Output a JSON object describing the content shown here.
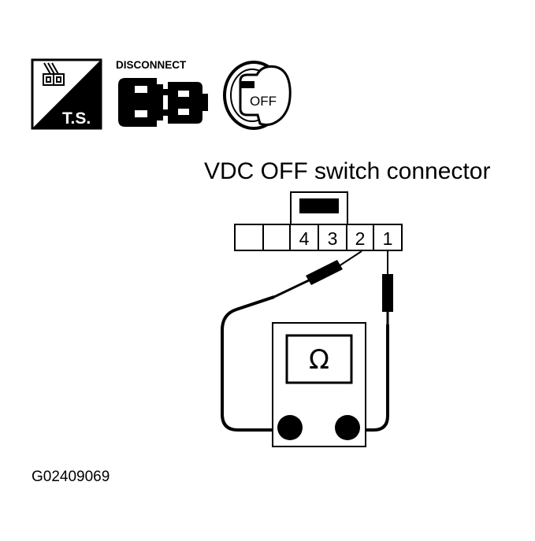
{
  "icons": {
    "ts_label": "T.S.",
    "disconnect_label": "DISCONNECT",
    "ignition_label": "OFF"
  },
  "connector": {
    "title": "VDC OFF switch connector",
    "pins": [
      "4",
      "3",
      "2",
      "1"
    ]
  },
  "meter": {
    "unit_symbol": "Ω"
  },
  "figure_code": "G02409069"
}
